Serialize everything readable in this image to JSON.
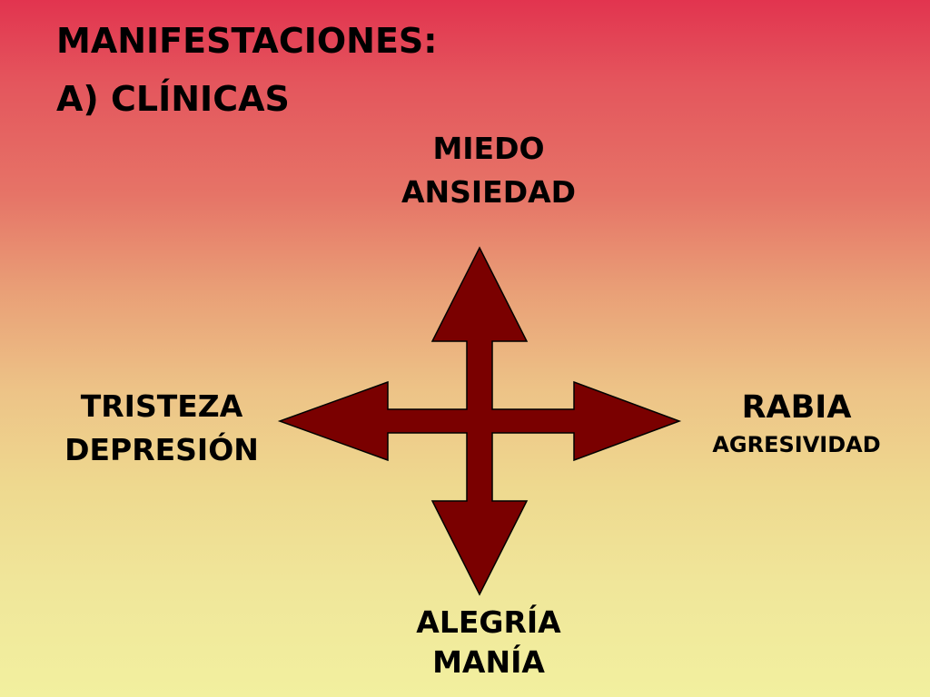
{
  "title": {
    "line1": "MANIFESTACIONES:",
    "line2": "A) CLÍNICAS"
  },
  "labels": {
    "top": {
      "line1": "MIEDO",
      "line2": "ANSIEDAD"
    },
    "bottom": {
      "line1": "ALEGRÍA",
      "line2": "MANÍA"
    },
    "left": {
      "line1": "TRISTEZA",
      "line2": "DEPRESIÓN"
    },
    "right": {
      "line1": "RABIA",
      "line2": "AGRESIVIDAD"
    }
  },
  "colors": {
    "arrow_fill": "#7a0000",
    "arrow_stroke": "#000000",
    "gradient_top": "#e2344f",
    "gradient_bottom": "#f2f09f"
  },
  "diagram": {
    "shape": "four-way-arrow"
  }
}
